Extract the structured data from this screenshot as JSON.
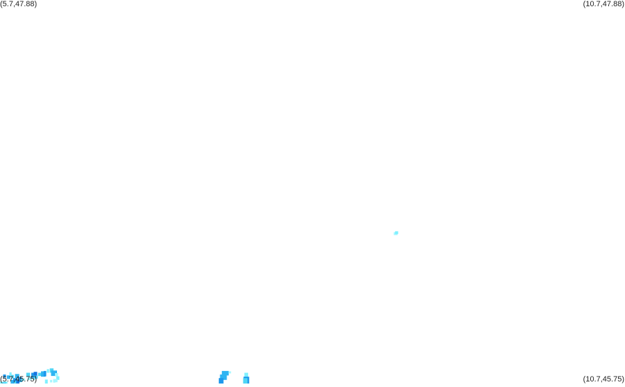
{
  "map": {
    "corners": {
      "top_left": "(5.7,47.88)",
      "top_right": "(10.7,47.88)",
      "bottom_left": "(5.7,45.75)",
      "bottom_right": "(10.7,45.75)"
    },
    "bounds": {
      "lon_min": 5.7,
      "lon_max": 10.7,
      "lat_min": 45.75,
      "lat_max": 47.88
    },
    "legend_colors": {
      "pale": "#a8f6ff",
      "light": "#7ff0ff",
      "cyan": "#4fd5f5",
      "medium": "#2fb4f2",
      "strong": "#1e98ec",
      "deep": "#1674df"
    },
    "cells": [
      {
        "lon": 5.725,
        "lat": 45.8,
        "w": 0.022,
        "h": 0.018,
        "level": "strong"
      },
      {
        "lon": 5.755,
        "lat": 45.795,
        "w": 0.028,
        "h": 0.02,
        "level": "medium"
      },
      {
        "lon": 5.775,
        "lat": 45.812,
        "w": 0.018,
        "h": 0.02,
        "level": "light"
      },
      {
        "lon": 5.79,
        "lat": 45.798,
        "w": 0.02,
        "h": 0.02,
        "level": "cyan"
      },
      {
        "lon": 5.82,
        "lat": 45.803,
        "w": 0.034,
        "h": 0.022,
        "level": "medium"
      },
      {
        "lon": 5.845,
        "lat": 45.786,
        "w": 0.03,
        "h": 0.028,
        "level": "strong"
      },
      {
        "lon": 5.86,
        "lat": 45.772,
        "w": 0.02,
        "h": 0.012,
        "level": "cyan"
      },
      {
        "lon": 5.88,
        "lat": 45.778,
        "w": 0.018,
        "h": 0.012,
        "level": "light"
      },
      {
        "lon": 5.785,
        "lat": 45.76,
        "w": 0.024,
        "h": 0.02,
        "level": "medium"
      },
      {
        "lon": 5.805,
        "lat": 45.752,
        "w": 0.035,
        "h": 0.03,
        "level": "strong"
      },
      {
        "lon": 5.835,
        "lat": 45.745,
        "w": 0.02,
        "h": 0.018,
        "level": "deep"
      },
      {
        "lon": 5.81,
        "lat": 45.742,
        "w": 0.018,
        "h": 0.012,
        "level": "cyan"
      },
      {
        "lon": 5.7,
        "lat": 45.73,
        "w": 0.06,
        "h": 0.01,
        "level": "light"
      },
      {
        "lon": 5.72,
        "lat": 45.735,
        "w": 0.03,
        "h": 0.008,
        "level": "cyan"
      },
      {
        "lon": 5.91,
        "lat": 45.81,
        "w": 0.03,
        "h": 0.02,
        "level": "cyan"
      },
      {
        "lon": 5.92,
        "lat": 45.785,
        "w": 0.036,
        "h": 0.016,
        "level": "pale"
      },
      {
        "lon": 5.95,
        "lat": 45.81,
        "w": 0.03,
        "h": 0.028,
        "level": "strong"
      },
      {
        "lon": 5.97,
        "lat": 45.815,
        "w": 0.028,
        "h": 0.028,
        "level": "deep"
      },
      {
        "lon": 5.96,
        "lat": 45.795,
        "w": 0.028,
        "h": 0.02,
        "level": "medium"
      },
      {
        "lon": 5.965,
        "lat": 45.782,
        "w": 0.015,
        "h": 0.012,
        "level": "light"
      },
      {
        "lon": 5.99,
        "lat": 45.795,
        "w": 0.012,
        "h": 0.018,
        "level": "cyan"
      },
      {
        "lon": 6.005,
        "lat": 45.81,
        "w": 0.025,
        "h": 0.018,
        "level": "cyan"
      },
      {
        "lon": 6.028,
        "lat": 45.818,
        "w": 0.035,
        "h": 0.03,
        "level": "medium"
      },
      {
        "lon": 6.05,
        "lat": 45.82,
        "w": 0.02,
        "h": 0.03,
        "level": "strong"
      },
      {
        "lon": 6.075,
        "lat": 45.83,
        "w": 0.018,
        "h": 0.02,
        "level": "light"
      },
      {
        "lon": 6.098,
        "lat": 45.834,
        "w": 0.03,
        "h": 0.024,
        "level": "cyan"
      },
      {
        "lon": 6.108,
        "lat": 45.822,
        "w": 0.048,
        "h": 0.03,
        "level": "medium"
      },
      {
        "lon": 6.14,
        "lat": 45.808,
        "w": 0.025,
        "h": 0.018,
        "level": "pale"
      },
      {
        "lon": 6.15,
        "lat": 45.79,
        "w": 0.025,
        "h": 0.02,
        "level": "light"
      },
      {
        "lon": 6.14,
        "lat": 45.775,
        "w": 0.02,
        "h": 0.018,
        "level": "pale"
      },
      {
        "lon": 6.1,
        "lat": 45.77,
        "w": 0.018,
        "h": 0.014,
        "level": "pale"
      },
      {
        "lon": 6.125,
        "lat": 45.775,
        "w": 0.018,
        "h": 0.02,
        "level": "pale"
      },
      {
        "lon": 6.06,
        "lat": 45.735,
        "w": 0.022,
        "h": 0.022,
        "level": "light"
      },
      {
        "lon": 7.46,
        "lat": 45.8,
        "w": 0.055,
        "h": 0.03,
        "level": "medium"
      },
      {
        "lon": 7.475,
        "lat": 45.82,
        "w": 0.055,
        "h": 0.025,
        "level": "medium"
      },
      {
        "lon": 7.45,
        "lat": 45.78,
        "w": 0.038,
        "h": 0.03,
        "level": "strong"
      },
      {
        "lon": 7.528,
        "lat": 45.818,
        "w": 0.02,
        "h": 0.012,
        "level": "pale"
      },
      {
        "lon": 7.655,
        "lat": 45.81,
        "w": 0.03,
        "h": 0.035,
        "level": "light"
      },
      {
        "lon": 7.648,
        "lat": 45.77,
        "w": 0.045,
        "h": 0.038,
        "level": "strong"
      },
      {
        "lon": 7.645,
        "lat": 45.735,
        "w": 0.035,
        "h": 0.03,
        "level": "cyan"
      },
      {
        "lon": 8.85,
        "lat": 46.59,
        "w": 0.03,
        "h": 0.016,
        "level": "pale"
      },
      {
        "lon": 8.86,
        "lat": 46.596,
        "w": 0.025,
        "h": 0.016,
        "level": "light"
      }
    ]
  }
}
